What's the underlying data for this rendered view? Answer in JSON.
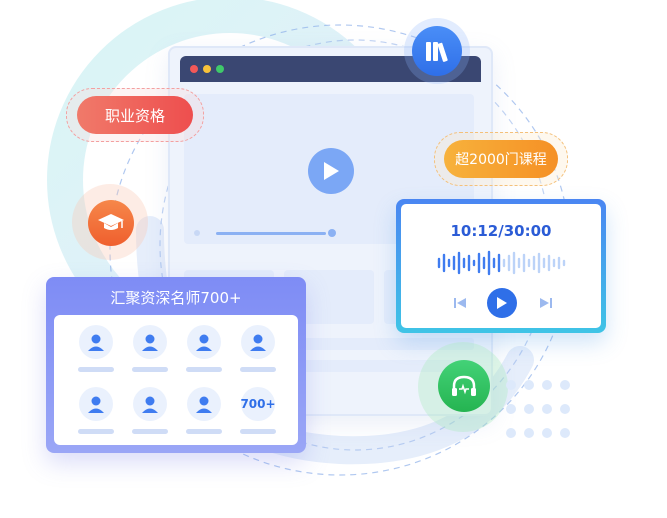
{
  "labels": {
    "career_qualification": "职业资格",
    "course_count": "超2000门课程"
  },
  "teacher_card": {
    "title": "汇聚资深名师700+",
    "more_count": "700+"
  },
  "audio_player": {
    "time": "10:12/30:00"
  },
  "colors": {
    "primary_blue": "#2f6fe8",
    "orange_red": "#ee4e4e",
    "orange": "#f59025",
    "green": "#2fc45f",
    "purple": "#7e8cf5"
  },
  "icons": [
    "books-icon",
    "graduation-cap-icon",
    "headphones-icon",
    "play-icon",
    "prev-icon",
    "next-icon",
    "teacher-avatar-icon"
  ]
}
